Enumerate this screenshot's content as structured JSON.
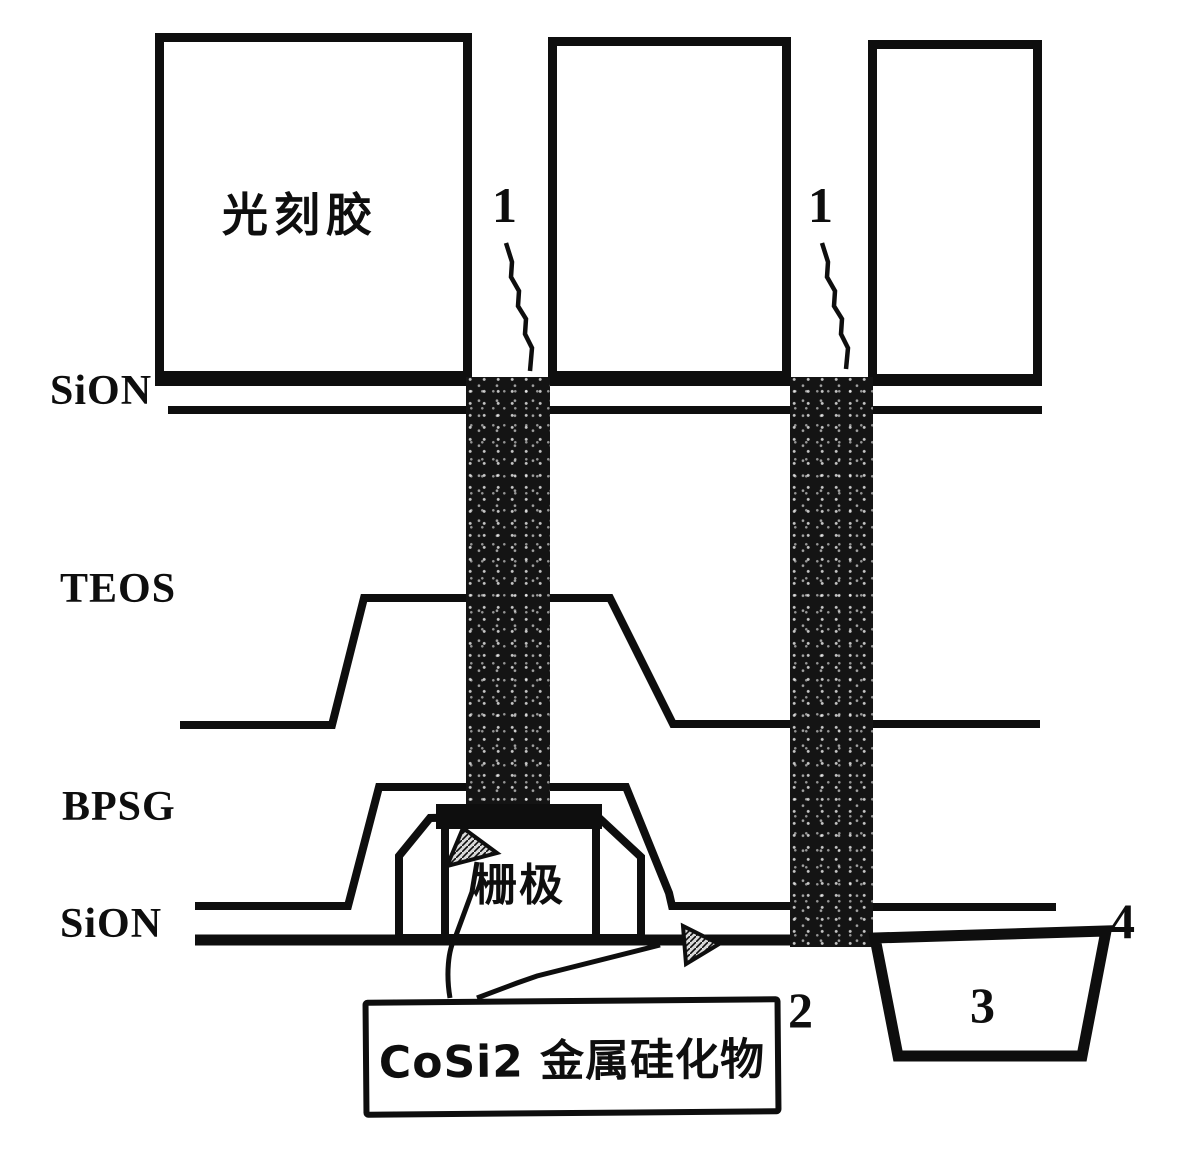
{
  "labels": {
    "photoresist": "光刻胶",
    "sion_top": "SiON",
    "teos": "TEOS",
    "bpsg": "BPSG",
    "sion_bottom": "SiON",
    "gate": "栅极",
    "silicide_box": "CoSi2 金属硅化物",
    "ref_contact_left": "1",
    "ref_contact_right": "1",
    "ref_silicide": "2",
    "ref_active": "3",
    "ref_surface": "4"
  },
  "colors": {
    "ink": "#0e0e0e",
    "paper": "#ffffff",
    "bar_fill": "#141414"
  }
}
